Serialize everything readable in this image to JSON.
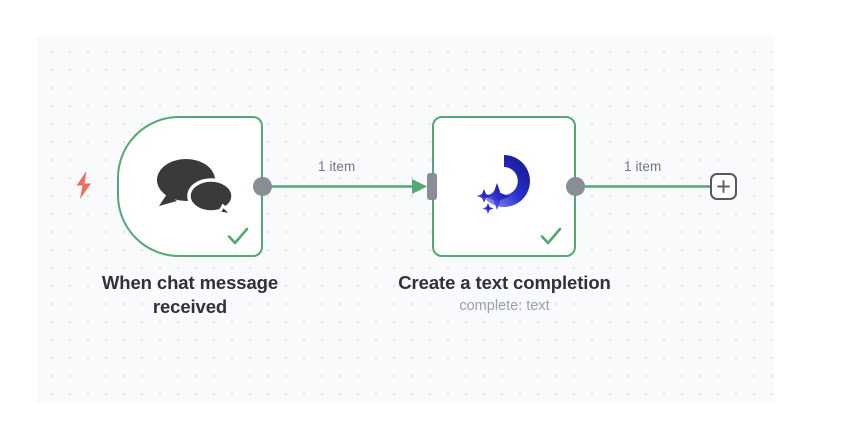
{
  "canvas": {
    "background_color": "#f8fafc",
    "grid": "dot-grid"
  },
  "theme": {
    "node_border_success": "#54a873",
    "connection_color": "#54a873",
    "port_color": "#8a8d93",
    "trigger_bolt_color": "#ef6d5a",
    "title_color": "#2f3238",
    "subtitle_color": "#9aa0a8",
    "label_color": "#70757e"
  },
  "nodes": [
    {
      "id": "trigger",
      "title": "When chat message",
      "title_line2": "received",
      "subtitle": "",
      "icon": "chat-bubbles-icon",
      "status": "success",
      "status_icon": "checkmark-icon",
      "badge_icon": "lightning-bolt-icon"
    },
    {
      "id": "action",
      "title": "Create a text completion",
      "subtitle": "complete: text",
      "icon": "ai-sparkle-icon",
      "status": "success",
      "status_icon": "checkmark-icon"
    }
  ],
  "connections": [
    {
      "id": "conn-1",
      "from": "trigger",
      "to": "action",
      "label": "1 item"
    },
    {
      "id": "conn-2",
      "from": "action",
      "to": "add-node",
      "label": "1 item"
    }
  ],
  "add_node_button": {
    "glyph": "+",
    "icon": "plus-icon"
  }
}
